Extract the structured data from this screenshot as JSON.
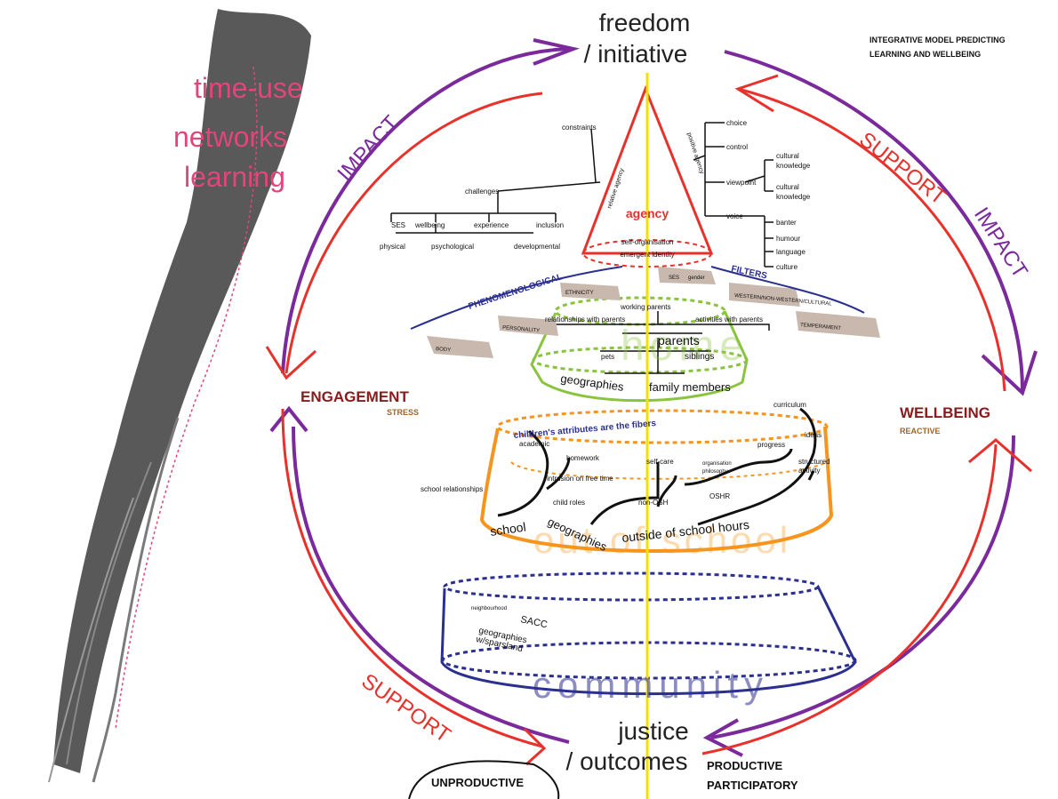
{
  "title": "INTEGRATIVE MODEL PREDICTING LEARNING AND WELLBEING",
  "title_line1": "INTEGRATIVE MODEL PREDICTING",
  "title_line2": "LEARNING AND WELLBEING",
  "poles": {
    "top_line1": "freedom",
    "top_line2": "/ initiative",
    "bottom_line1": "justice",
    "bottom_line2": "/ outcomes",
    "left": "ENGAGEMENT",
    "left_sub": "STRESS",
    "right": "WELLBEING",
    "right_sub": "REACTIVE",
    "productive": "PRODUCTIVE",
    "participatory": "PARTICIPATORY",
    "unproductive": "UNPRODUCTIVE"
  },
  "arcs": {
    "impact_left": "IMPACT",
    "impact_right": "IMPACT",
    "support_right": "SUPPORT",
    "support_left": "SUPPORT"
  },
  "plume": {
    "line1": "time-use",
    "line2": "networks",
    "line3": "learning"
  },
  "agency_cone": {
    "label": "agency",
    "self_org_line1": "self-organisation",
    "self_org_line2": "emergent identity",
    "left_tag": "relative agency",
    "right_tag": "positive agency",
    "left_tree": {
      "constraints": "constraints",
      "challenges": "challenges",
      "ses": "SES",
      "wellbeing": "wellbeing",
      "experience": "experience",
      "inclusion": "inclusion",
      "physical": "physical",
      "psychological": "psychological",
      "developmental": "developmental"
    },
    "right_tree": {
      "choice": "choice",
      "control": "control",
      "viewpoint": "viewpoint",
      "voice": "voice",
      "cultural_knowledge_1": "cultural knowledge",
      "cultural_knowledge_2": "cultural knowledge",
      "banter": "banter",
      "humour": "humour",
      "language": "language",
      "culture": "culture"
    }
  },
  "filters": {
    "phenomenological": "PHENOMENOLOGICAL",
    "filters": "FILTERS",
    "ses": "SES",
    "gender": "gender",
    "ethnicity": "ETHNICITY",
    "personality": "PERSONALITY",
    "body": "BODY",
    "western": "WESTERN/NON-WESTERN/CULTURAL",
    "temperament": "TEMPERAMENT"
  },
  "home": {
    "label": "home",
    "working_parents": "working parents",
    "rel_parents": "relationships with parents",
    "activities_parents": "activities with parents",
    "parents": "parents",
    "pets": "pets",
    "siblings": "siblings",
    "geographies": "geographies",
    "family_members": "family members"
  },
  "out_of_school": {
    "label": "out of school",
    "caption": "children's attributes are the fibers",
    "curriculum": "curriculum",
    "ideas": "ideas",
    "academic": "academic",
    "homework": "homework",
    "self_care": "self-care",
    "organisation": "organisation",
    "philosophy": "philosophy",
    "progress": "progress",
    "structured": "structured activity",
    "intrusion": "intrusion on free time",
    "school_rel": "school relationships",
    "child_roles": "child roles",
    "non_osh": "non-OSH",
    "oshr": "OSHR",
    "school": "school",
    "geographies": "geographies",
    "oshours": "outside of school hours"
  },
  "community": {
    "label": "community",
    "neighbourhood": "neighbourhood",
    "sacc": "SACC",
    "geographies": "geographies",
    "wsparsland": "w/sparsland"
  },
  "colors": {
    "red": "#e8312b",
    "purple": "#7b2a9c",
    "yellow": "#f5e000",
    "green": "#8ac43f",
    "orange": "#f7941d",
    "navy": "#2b2f8f",
    "pink": "#e0457b",
    "grey": "#555555",
    "beige": "#c8b8ad"
  }
}
